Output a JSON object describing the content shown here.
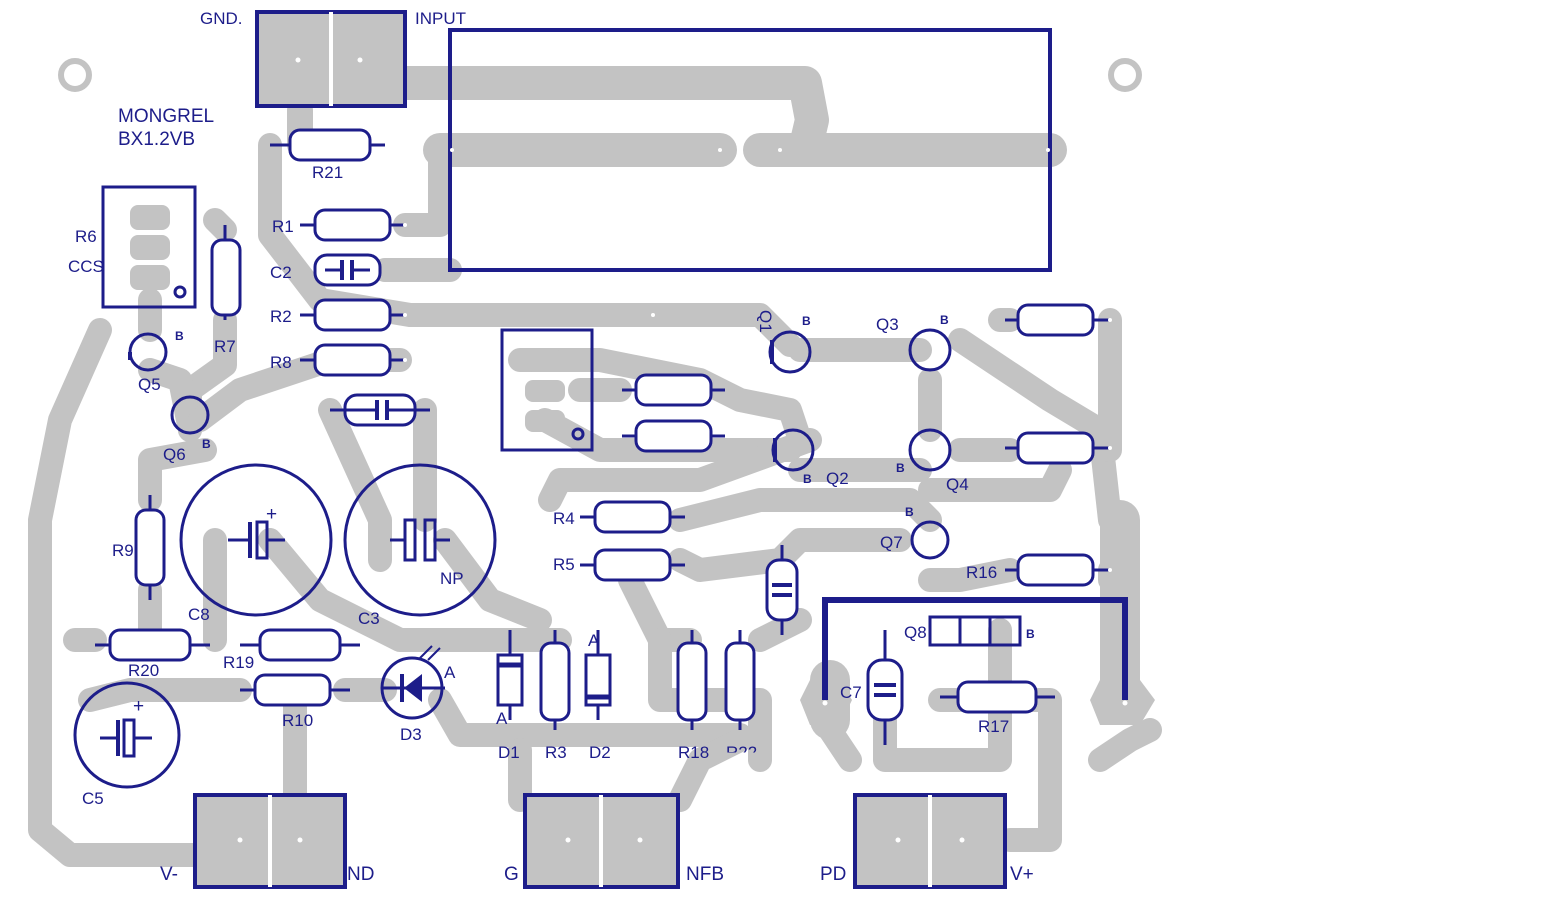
{
  "board": {
    "title_line1": "MONGREL",
    "title_line2": "BX1.2VB"
  },
  "colors": {
    "trace": "#c3c3c3",
    "silkscreen": "#1d1d8a",
    "background": "#ffffff"
  },
  "connectors": {
    "gnd_top": "GND.",
    "input": "INPUT",
    "v_minus": "V-",
    "gnd_bottom": "ND",
    "g": "G",
    "nfb": "NFB",
    "pd": "PD",
    "v_plus": "V+"
  },
  "components": {
    "R21": "R21",
    "R1": "R1",
    "C2": "C2",
    "R2": "R2",
    "R8": "R8",
    "R6": "R6",
    "CCS": "CCS",
    "R7": "R7",
    "Q5": "Q5",
    "Q6": "Q6",
    "R9": "R9",
    "C8": "C8",
    "C3": "C3",
    "NP": "NP",
    "R20": "R20",
    "R19": "R19",
    "R10": "R10",
    "C5": "C5",
    "D3": "D3",
    "D3_anode": "A",
    "D1": "D1",
    "D1_anode": "A",
    "R3": "R3",
    "D2": "D2",
    "D2_anode": "A",
    "R18": "R18",
    "R22": "R22",
    "R4": "R4",
    "R5": "R5",
    "Q1": "Q1",
    "Q2": "Q2",
    "Q3": "Q3",
    "Q4": "Q4",
    "Q7": "Q7",
    "Q8": "Q8",
    "R16": "R16",
    "C7": "C7",
    "R17": "R17",
    "base_marker": "B",
    "plus_sign": "+"
  }
}
